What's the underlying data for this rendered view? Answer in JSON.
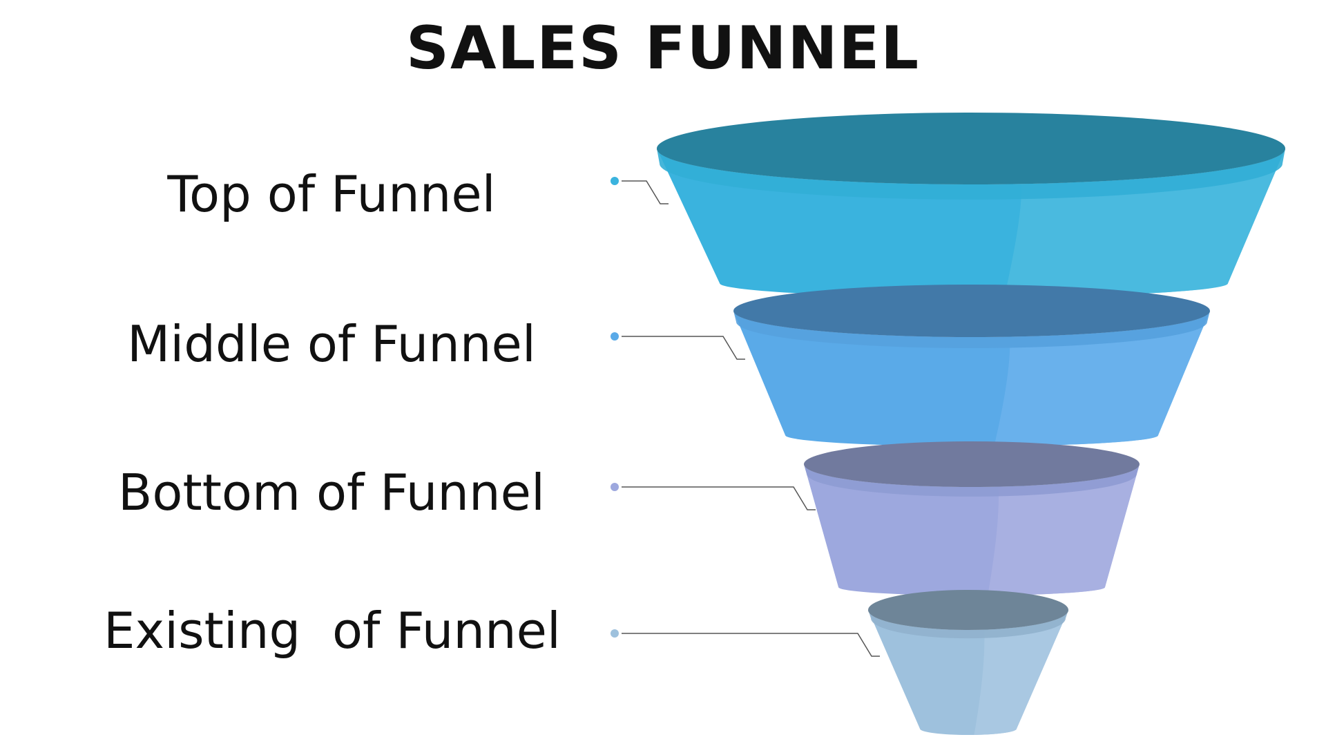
{
  "title": "SALES FUNNEL",
  "stages": [
    {
      "label": "Top of Funnel",
      "rim_color": "#28829E",
      "band_color": "#32AED6",
      "body_color": "#3AB3DE",
      "highlight_color": "#4EBBDF",
      "dot_color": "#3AB3DE"
    },
    {
      "label": "Middle of Funnel",
      "rim_color": "#4279A8",
      "band_color": "#55A1DE",
      "body_color": "#5AAAE8",
      "highlight_color": "#6CB3EC",
      "dot_color": "#5AAAE8"
    },
    {
      "label": "Bottom of Funnel",
      "rim_color": "#717A9E",
      "band_color": "#8E9BD3",
      "body_color": "#9DA8DE",
      "highlight_color": "#AAB2E2",
      "dot_color": "#9DA8DE"
    },
    {
      "label": "Existing  of Funnel",
      "rim_color": "#6E8598",
      "band_color": "#90B1CD",
      "body_color": "#9EC1DD",
      "highlight_color": "#AAC9E3",
      "dot_color": "#9EC1DD"
    }
  ]
}
